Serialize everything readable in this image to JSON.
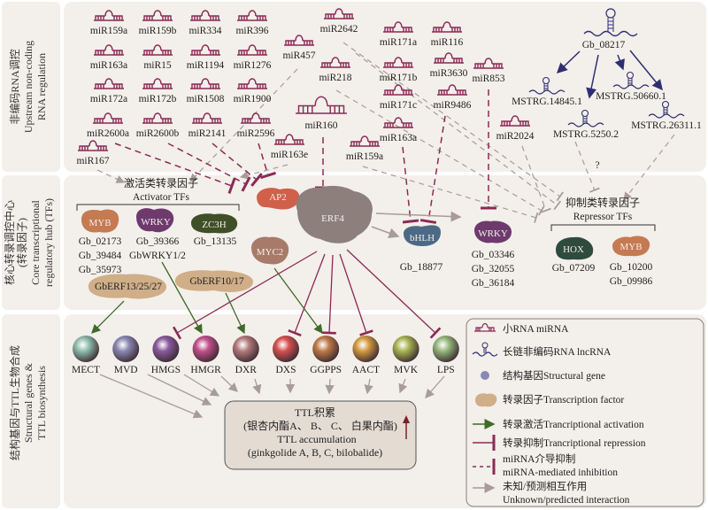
{
  "sections": [
    {
      "zh": "非编码RNA调控",
      "en1": "Upstream non-coding",
      "en2": "RNA regulation"
    },
    {
      "zh1": "核心转录调控中心",
      "zh2": "(转录因子)",
      "en1": "Core transcriptional",
      "en2": "regulatory hub (TFs)"
    },
    {
      "zh": "结构基因与TTL生物合成",
      "en1": "Structural genes &",
      "en2": "TTL biosynthesis"
    }
  ],
  "mirnas": [
    "miR159a",
    "miR159b",
    "miR334",
    "miR396",
    "miR163a",
    "miR15",
    "miR1194",
    "miR1276",
    "miR172a",
    "miR172b",
    "miR1508",
    "miR1900",
    "miR2600a",
    "miR2600b",
    "miR2141",
    "miR2596",
    "miR167",
    "miR2642",
    "miR457",
    "miR218",
    "miR160",
    "miR163e",
    "miR159a",
    "miR171a",
    "miR116",
    "miR171b",
    "miR3630",
    "miR853",
    "miR171c",
    "miR9486",
    "miR163a",
    "miR2024"
  ],
  "lncrna": {
    "source": "Gb_08217",
    "targets": [
      "MSTRG.14845.1",
      "MSTRG.5250.2",
      "MSTRG.50660.1",
      "MSTRG.26311.1"
    ],
    "unknown_mark": "?"
  },
  "activators": {
    "title_zh": "激活类转录因子",
    "title_en": "Activator TFs",
    "tfs": [
      {
        "name": "MYB",
        "genes": [
          "Gb_02173",
          "Gb_39484",
          "Gb_35973"
        ],
        "color": "#c57a52"
      },
      {
        "name": "WRKY",
        "genes": [
          "Gb_39366",
          "GbWRKY1/2"
        ],
        "color": "#6e3a6e"
      },
      {
        "name": "ZC3H",
        "genes": [
          "Gb_13135"
        ],
        "color": "#3f5028"
      }
    ],
    "erfs": [
      "GbERF13/25/27",
      "GbERF10/17"
    ]
  },
  "hub": {
    "ap2": "AP2",
    "erf4": "ERF4",
    "myc2": "MYC2",
    "bhlh": {
      "name": "bHLH",
      "genes": [
        "Gb_18877"
      ]
    },
    "wrky": {
      "name": "WRKY",
      "genes": [
        "Gb_03346",
        "Gb_32055",
        "Gb_36184"
      ]
    }
  },
  "repressors": {
    "title_zh": "抑制类转录因子",
    "title_en": "Repressor TFs",
    "tfs": [
      {
        "name": "HOX",
        "genes": [
          "Gb_07209"
        ],
        "color": "#2f4a3e"
      },
      {
        "name": "MYB",
        "genes": [
          "Gb_10200",
          "Gb_09986"
        ],
        "color": "#c57a52"
      }
    ]
  },
  "structural_genes": [
    {
      "name": "MECT",
      "color": "#8fbfae"
    },
    {
      "name": "MVD",
      "color": "#8a88b4"
    },
    {
      "name": "HMGS",
      "color": "#8a5a9e"
    },
    {
      "name": "HMGR",
      "color": "#c2508c"
    },
    {
      "name": "DXR",
      "color": "#b47a7c"
    },
    {
      "name": "DXS",
      "color": "#d65050"
    },
    {
      "name": "GGPPS",
      "color": "#c07a48"
    },
    {
      "name": "AACT",
      "color": "#d49a40"
    },
    {
      "name": "MVK",
      "color": "#a9b452"
    },
    {
      "name": "LPS",
      "color": "#96b87c"
    }
  ],
  "ttl": {
    "zh1": "TTL积累",
    "zh2": "(银杏内酯A、 B、 C、 白果内酯)",
    "en1": "TTL accumulation",
    "en2": "(ginkgolide A, B, C, bilobalide)"
  },
  "legend": [
    {
      "icon": "mirna-icon",
      "text": "小RNA miRNA"
    },
    {
      "icon": "lncrna-icon",
      "text": "长链非编码RNA lncRNA"
    },
    {
      "icon": "structural-gene-icon",
      "text": "结构基因Structural gene"
    },
    {
      "icon": "transcription-factor-icon",
      "text": "转录因子Transcription factor"
    },
    {
      "icon": "activation-arrow-icon",
      "text": "转录激活Trancriptional activation"
    },
    {
      "icon": "repression-bar-icon",
      "text": "转录抑制Trancriptional repression"
    },
    {
      "icon": "mirna-inhibition-icon",
      "text": "miRNA介导抑制",
      "text2": "miRNA-mediated inhibition"
    },
    {
      "icon": "unknown-arrow-icon",
      "text": "未知/预测相互作用",
      "text2": "Unknown/predicted interaction"
    }
  ],
  "colors": {
    "mirna": "#8b2a55",
    "lncrna": "#2e2f72",
    "activation": "#3f6a2a",
    "repression": "#8b2a55",
    "unknown": "#a89c98",
    "panel": "#f3efeb",
    "erf4": "#8c7f7c",
    "ap2": "#d0604a",
    "myc2": "#a87a6a",
    "bhlh": "#4c6a85",
    "erf_tan": "#cfae88"
  }
}
